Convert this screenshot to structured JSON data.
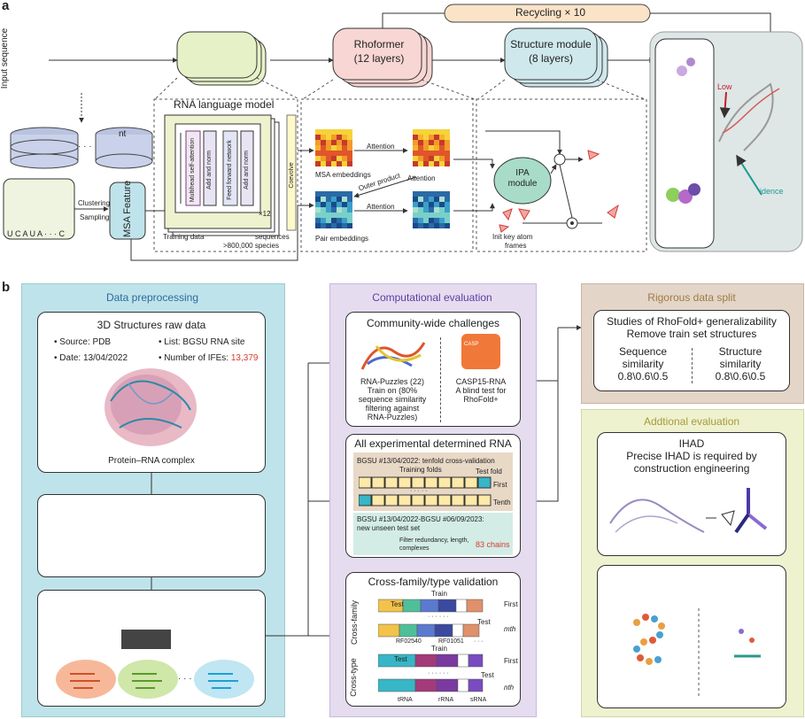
{
  "panel_a": {
    "letter": "a",
    "recycling": "Recycling × 10",
    "input_sequence": "Input sequence",
    "nt": "nt",
    "dots": "· · ·",
    "msa_feature": "MSA Feature",
    "clustering": "Clustering",
    "sampling": "Sampling",
    "msa_letters": "U C A U A · · · C",
    "rna_lm": "RNA language model",
    "mhsa": "Multihead self-attention",
    "add_norm1": "Add and norm",
    "ffn": "Feed forward network",
    "add_norm2": "Add and norm",
    "x12": "×12",
    "coevolve": "Coevolve",
    "training_data": "Training data",
    "sequences": "sequences",
    "species": ">800,000 species",
    "rhoformer": "Rhoformer",
    "rhoformer_layers": "(12 layers)",
    "msa_embeddings": "MSA embeddings",
    "pair_embeddings": "Pair embeddings",
    "attention1": "Attention",
    "attention2": "Attention",
    "attention3": "Attention",
    "outer_product": "Outer product",
    "structure_module": "Structure module",
    "structure_layers": "(8 layers)",
    "ipa": "IPA",
    "module": "module",
    "init_frames1": "Init key atom",
    "init_frames2": "frames",
    "low": "Low",
    "high_conf": "idence"
  },
  "panel_b": {
    "letter": "b",
    "data_pre": {
      "header": "Data preprocessing",
      "raw_title": "3D Structures raw data",
      "source": "Source: PDB",
      "list": "List: BGSU RNA site",
      "date": "Date: 13/04/2022",
      "ifes_label": "Number of IFEs:",
      "ifes_value": "13,379",
      "complex": "Protein–RNA complex",
      "dots": "· · ·"
    },
    "comp": {
      "header": "Computational evaluation",
      "community": "Community-wide challenges",
      "puzzles1": "RNA-Puzzles (22)",
      "puzzles2": "Train on (80%",
      "puzzles3": "sequence similarity",
      "puzzles4": "filtering against",
      "puzzles5": "RNA-Puzzles)",
      "casp_logo": "CASP",
      "casp1": "CASP15-RNA",
      "casp2": "A blind test for",
      "casp3": "RhoFold+",
      "allexp": "All experimental determined RNA",
      "tenfold": "BGSU #13/04/2022: tenfold cross-validation",
      "training_folds": "Training folds",
      "test_fold": "Test fold",
      "first": "First",
      "tenth": "Tenth",
      "fold_dots": "· · · · ·",
      "unseen1": "BGSU #13/04/2022-BGSU #06/09/2023:",
      "unseen2": "new unseen test set",
      "filter1": "Filter redundancy, length,",
      "filter2": "complexes",
      "chains": "83 chains",
      "crossfam": "Cross-family/type validation",
      "train": "Train",
      "test": "Test",
      "first2": "First",
      "mth": "mth",
      "nth": "nth",
      "cross_family": "Cross-family",
      "cross_type": "Cross-type",
      "rf1": "RF02540",
      "rf2": "RF01051",
      "rf_dots": "· · ·",
      "trna": "tRNA",
      "rrna": "rRNA",
      "srna": "sRNA",
      "row_dots": "· · ·   · · ·"
    },
    "split": {
      "header": "Rigorous data split",
      "l1": "Studies of RhoFold+ generalizability",
      "l2": "Remove train set structures",
      "seq1": "Sequence",
      "seq2": "similarity",
      "seqv": "0.8\\0.6\\0.5",
      "str1": "Structure",
      "str2": "similarity",
      "strv": "0.8\\0.6\\0.5"
    },
    "add": {
      "header": "Addtional evaluation",
      "ihad": "IHAD",
      "l1": "Precise IHAD is required by",
      "l2": "construction engineering"
    }
  },
  "colors": {
    "teal": "#bfe3ea",
    "lilac": "#e5dcf0",
    "tan": "#e3d5c7",
    "lime": "#eef2cf",
    "peach": "#fbe3c8",
    "lmgreen": "#e6f1c8",
    "rho": "#f7d6d3",
    "struct": "#cfe8ec",
    "red": "#d63b2f"
  }
}
